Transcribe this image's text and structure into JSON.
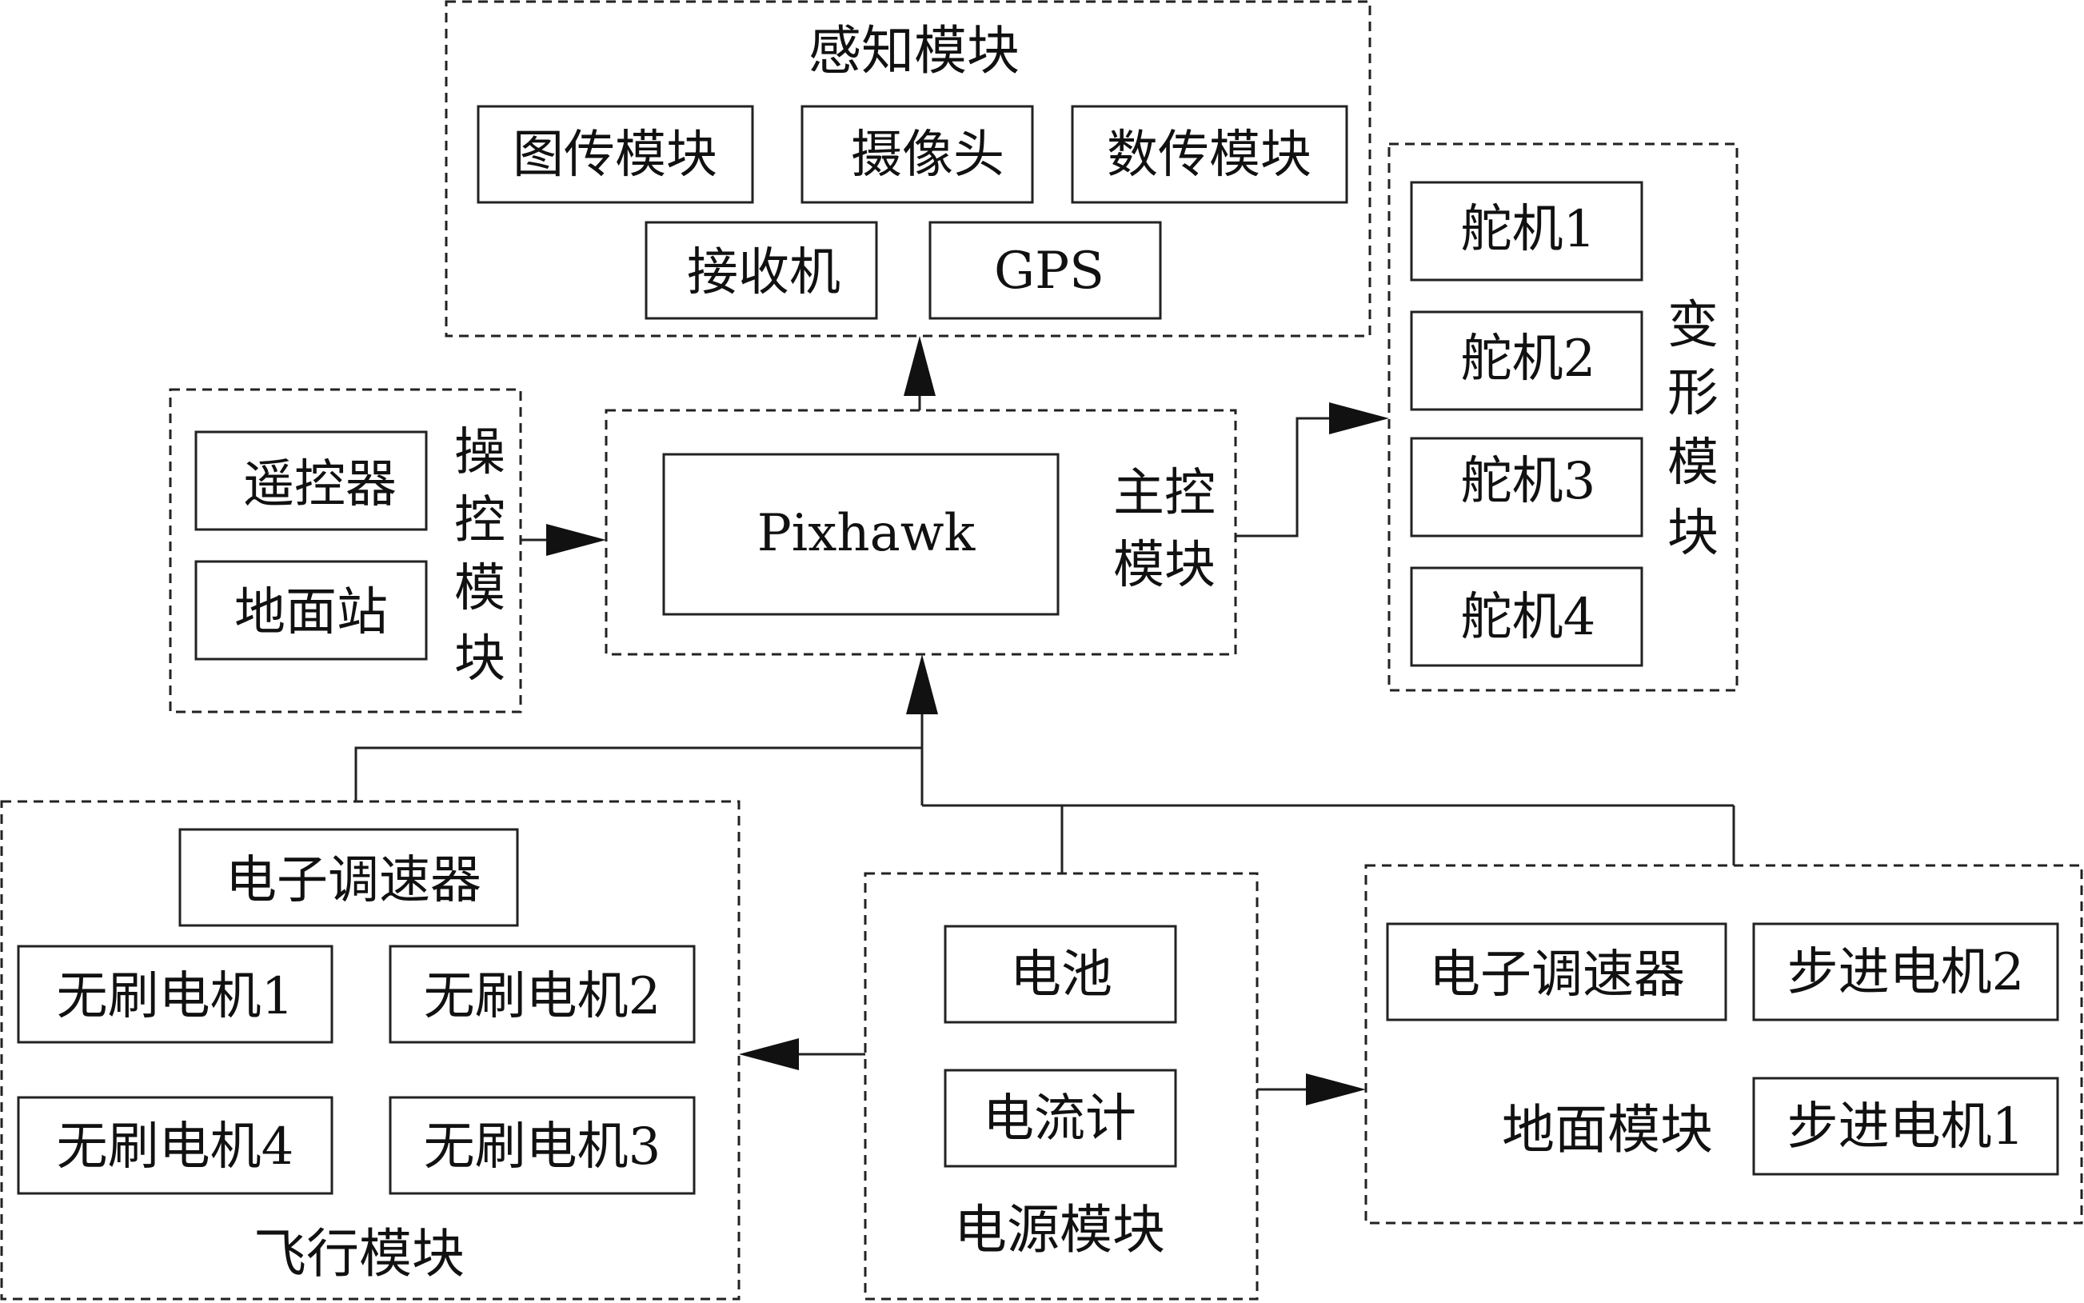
{
  "sensing_module": {
    "title": "感知模块",
    "items": [
      "图传模块",
      "摄像头",
      "数传模块",
      "接收机",
      "GPS"
    ]
  },
  "control_module": {
    "title": [
      "操",
      "控",
      "模",
      "块"
    ],
    "items": [
      "遥控器",
      "地面站"
    ]
  },
  "main_control_module": {
    "title": [
      "主控",
      "模块"
    ],
    "core": "Pixhawk"
  },
  "deformation_module": {
    "title": [
      "变",
      "形",
      "模",
      "块"
    ],
    "items": [
      "舵机1",
      "舵机2",
      "舵机3",
      "舵机4"
    ]
  },
  "flight_module": {
    "title": "飞行模块",
    "esc": "电子调速器",
    "motors": [
      "无刷电机1",
      "无刷电机2",
      "无刷电机4",
      "无刷电机3"
    ]
  },
  "power_module": {
    "title": "电源模块",
    "items": [
      "电池",
      "电流计"
    ]
  },
  "ground_module": {
    "title": "地面模块",
    "items": [
      "电子调速器",
      "步进电机2",
      "步进电机1"
    ]
  }
}
